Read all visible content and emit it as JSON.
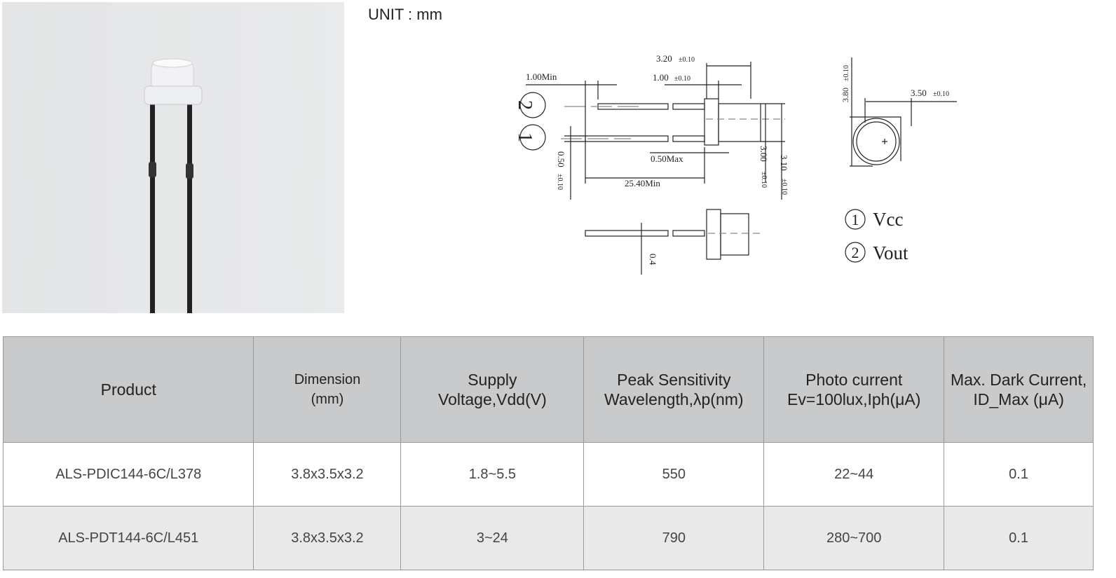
{
  "unit_label": "UNIT : mm",
  "drawing": {
    "dim_320": "3.20",
    "tol_320": "±0.10",
    "dim_100": "1.00",
    "tol_100": "±0.10",
    "dim_100min": "1.00Min",
    "dim_050max": "0.50Max",
    "dim_2540min": "25.40Min",
    "dim_050": "0.50",
    "tol_050": "±0.10",
    "dim_300": "3.00",
    "tol_300": "±0.10",
    "dim_310": "3.10",
    "tol_310": "±0.10",
    "dim_04": "0.4",
    "dim_380": "3.80",
    "tol_380": "±0.10",
    "dim_350": "3.50",
    "tol_350": "±0.10",
    "pin1_num": "1",
    "pin2_num": "2",
    "legend": [
      {
        "num": "1",
        "label": "Vcc"
      },
      {
        "num": "2",
        "label": "Vout"
      }
    ]
  },
  "table": {
    "headers": [
      "Product",
      "Dimension (mm)",
      "Supply Voltage,Vdd(V)",
      "Peak Sensitivity Wavelength,λp(nm)",
      "Photo current Ev=100lux,Iph(μA)",
      "Max. Dark Current, ID_Max (μA)"
    ],
    "rows": [
      [
        "ALS-PDIC144-6C/L378",
        "3.8x3.5x3.2",
        "1.8~5.5",
        "550",
        "22~44",
        "0.1"
      ],
      [
        "ALS-PDT144-6C/L451",
        "3.8x3.5x3.2",
        "3~24",
        "790",
        "280~700",
        "0.1"
      ]
    ]
  }
}
